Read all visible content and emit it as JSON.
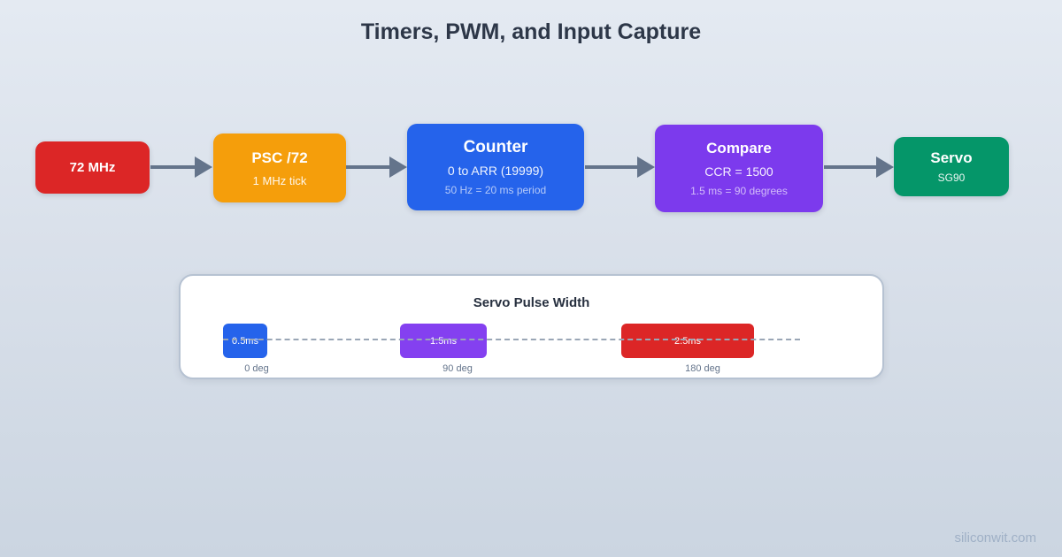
{
  "title": "Timers, PWM, and Input Capture",
  "flow": {
    "arrow_color": "#64748b",
    "blocks": [
      {
        "title": "72 MHz",
        "color": "#dc2626"
      },
      {
        "title": "PSC /72",
        "subtitle": "1 MHz tick",
        "color": "#f59e0b"
      },
      {
        "title": "Counter",
        "subtitle": "0 to ARR (19999)",
        "detail": "50 Hz = 20 ms period",
        "color": "#2563eb"
      },
      {
        "title": "Compare",
        "subtitle": "CCR = 1500",
        "detail": "1.5 ms = 90 degrees",
        "color": "#7c3aed"
      },
      {
        "title": "Servo",
        "subtitle": "SG90",
        "color": "#059669"
      }
    ]
  },
  "panel": {
    "title": "Servo Pulse Width",
    "pulses": [
      {
        "time": "0.5ms",
        "angle": "0 deg",
        "color": "#2563eb"
      },
      {
        "time": "1.5ms",
        "angle": "90 deg",
        "color": "#8440f0"
      },
      {
        "time": "2.5ms",
        "angle": "180 deg",
        "color": "#dc2626"
      }
    ]
  },
  "watermark": "siliconwit.com",
  "colors": {
    "background_top": "#e4eaf2",
    "background_bottom": "#cbd5e1",
    "title_text": "#2d3748",
    "panel_border": "#b6c2d2",
    "dashed_line": "#9aa6b6",
    "deg_label_text": "#64748b"
  }
}
